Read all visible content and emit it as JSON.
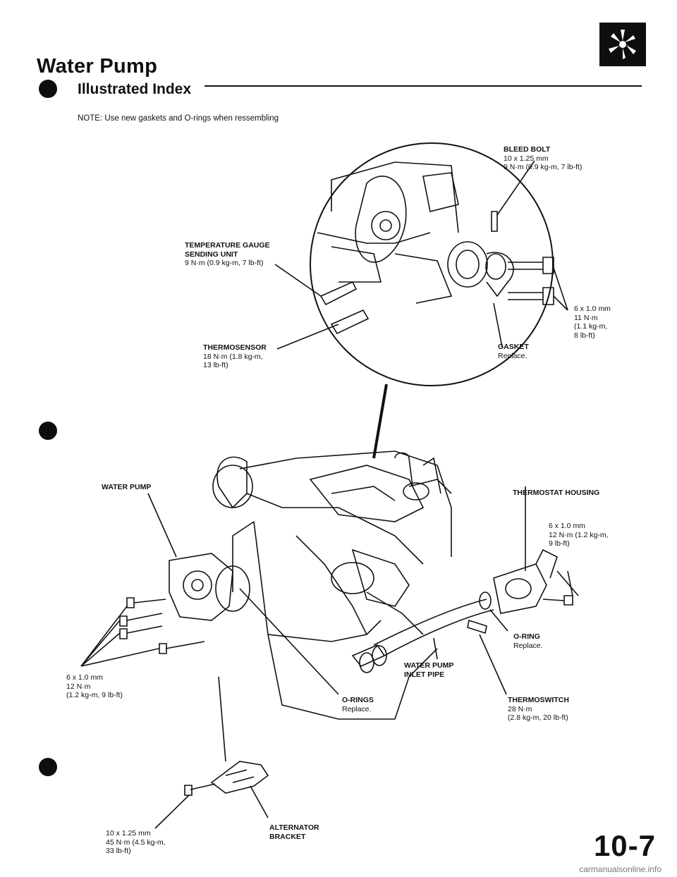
{
  "header": {
    "title": "Water Pump",
    "subtitle": "Illustrated Index",
    "note": "NOTE: Use new gaskets and O-rings when ressembling"
  },
  "labels": {
    "bleed_bolt": {
      "name": "BLEED BOLT",
      "line1": "10 x 1.25 mm",
      "line2": "9 N·m (0.9 kg-m, 7 lb-ft)"
    },
    "temp_gauge": {
      "name1": "TEMPERATURE GAUGE",
      "name2": "SENDING UNIT",
      "line1": "9 N·m (0.9 kg-m, 7 lb-ft)"
    },
    "bolt_6x1_11": {
      "line1": "6 x 1.0 mm",
      "line2": "11 N·m",
      "line3": "(1.1 kg-m,",
      "line4": "8 lb-ft)"
    },
    "gasket": {
      "name": "GASKET",
      "note": "Replace."
    },
    "thermosensor": {
      "name": "THERMOSENSOR",
      "line1": "18 N·m (1.8 kg-m,",
      "line2": "13 lb-ft)"
    },
    "water_pump": {
      "name": "WATER PUMP"
    },
    "thermostat_housing": {
      "name": "THERMOSTAT HOUSING"
    },
    "bolt_6x1_12_right": {
      "line1": "6 x 1.0 mm",
      "line2": "12 N·m (1.2 kg-m,",
      "line3": "9 lb-ft)"
    },
    "o_ring": {
      "name": "O-RING",
      "note": "Replace."
    },
    "inlet_pipe": {
      "name1": "WATER PUMP",
      "name2": "INLET PIPE"
    },
    "bolt_6x1_12_left": {
      "line1": "6 x 1.0 mm",
      "line2": "12 N·m",
      "line3": "(1.2 kg-m, 9 lb-ft)"
    },
    "o_rings": {
      "name": "O-RINGS",
      "note": "Replace."
    },
    "thermoswitch": {
      "name": "THERMOSWITCH",
      "line1": "28 N·m",
      "line2": "(2.8 kg-m, 20 lb-ft)"
    },
    "bolt_10x125": {
      "line1": "10 x 1.25 mm",
      "line2": "45 N·m (4.5 kg-m,",
      "line3": "33 lb-ft)"
    },
    "alt_bracket": {
      "name1": "ALTERNATOR",
      "name2": "BRACKET"
    }
  },
  "footer": {
    "page_number": "10-7",
    "watermark": "carmanualsonline.info"
  },
  "icons": {
    "corner": "cooling-fan-icon"
  }
}
